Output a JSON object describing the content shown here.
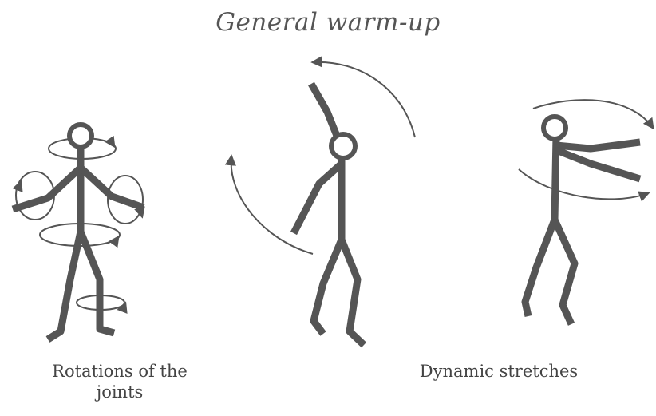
{
  "title": "General warm-up",
  "captions": {
    "rotations": "Rotations of the\njoints",
    "dynamic": "Dynamic stretches"
  },
  "colors": {
    "ink": "#555555",
    "background": "#ffffff"
  }
}
